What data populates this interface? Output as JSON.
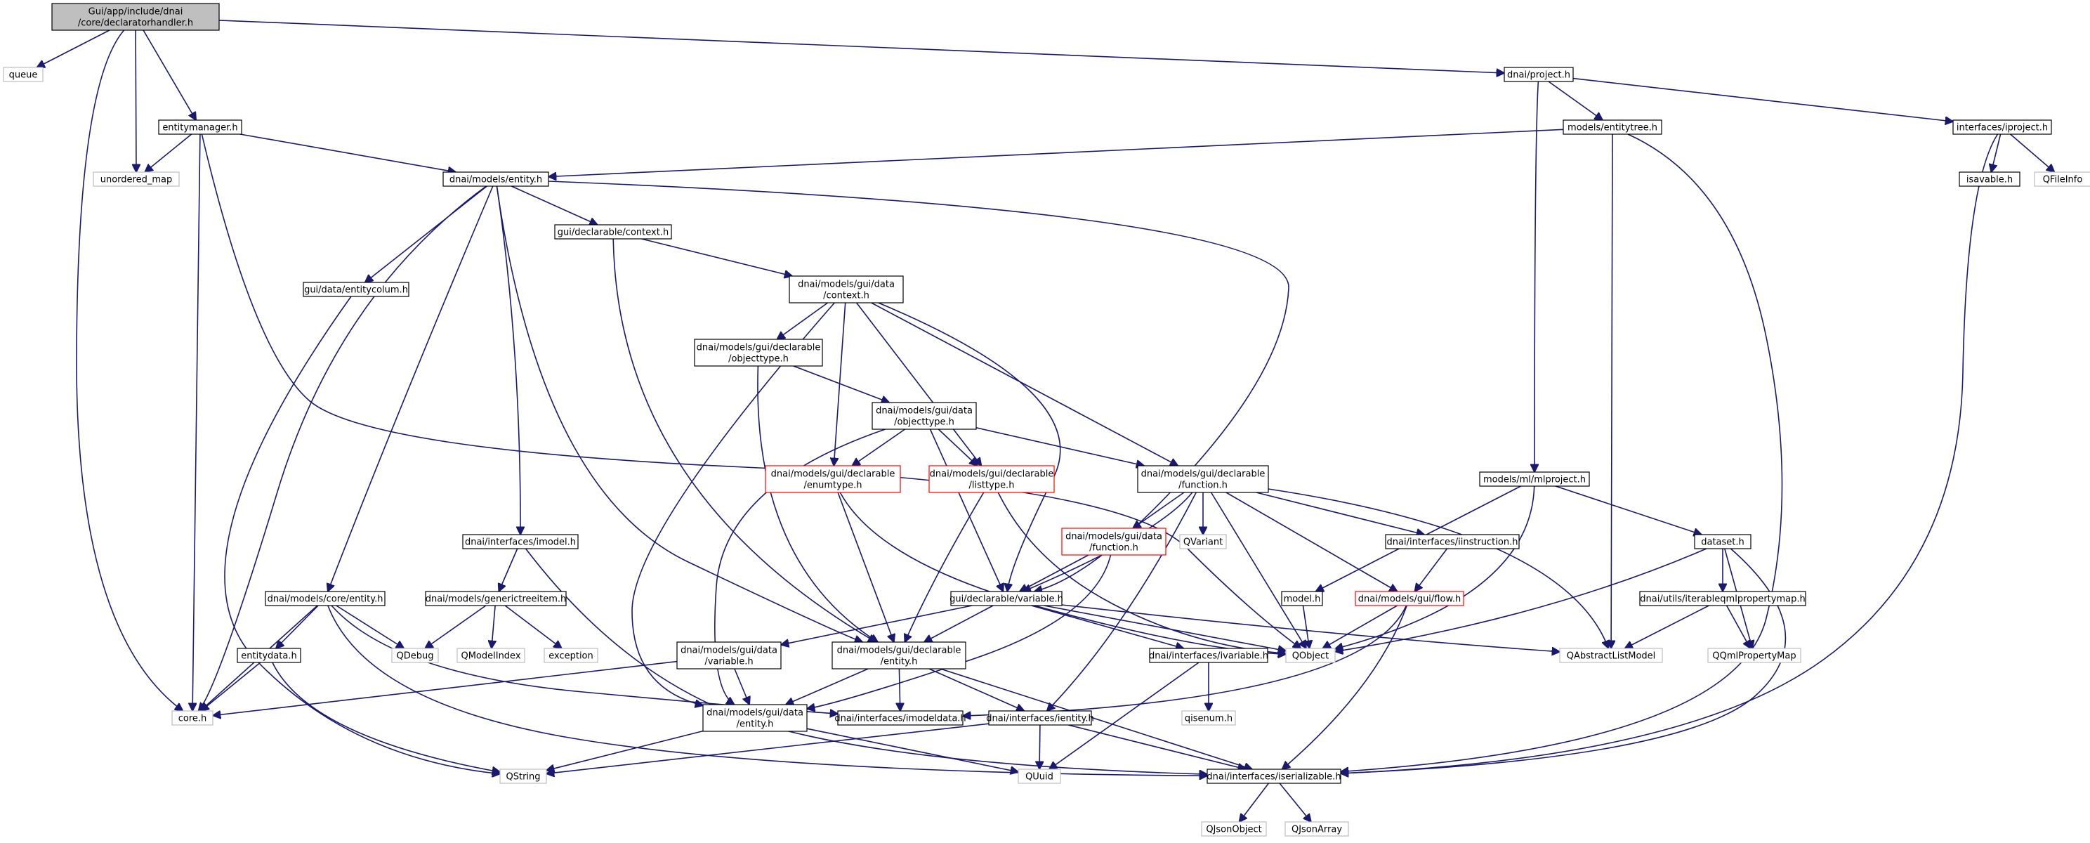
{
  "graph": {
    "colors": {
      "edge": "#191970",
      "node_border": "#000000",
      "node_border_truncated": "#ff0000",
      "node_border_external": "#bfbfbf",
      "node_fill_root": "#bfbfbf",
      "node_fill": "#ffffff",
      "text": "#000000"
    },
    "nodes": [
      {
        "id": "root",
        "lines": [
          "Gui/app/include/dnai",
          "/core/declaratorhandler.h"
        ],
        "kind": "root"
      },
      {
        "id": "queue",
        "lines": [
          "queue"
        ],
        "kind": "external"
      },
      {
        "id": "entitymanager",
        "lines": [
          "entitymanager.h"
        ],
        "kind": "normal"
      },
      {
        "id": "unordered_map",
        "lines": [
          "unordered_map"
        ],
        "kind": "external"
      },
      {
        "id": "core_h",
        "lines": [
          "core.h"
        ],
        "kind": "external"
      },
      {
        "id": "project",
        "lines": [
          "dnai/project.h"
        ],
        "kind": "normal"
      },
      {
        "id": "entitytree",
        "lines": [
          "models/entitytree.h"
        ],
        "kind": "normal"
      },
      {
        "id": "iproject",
        "lines": [
          "interfaces/iproject.h"
        ],
        "kind": "normal"
      },
      {
        "id": "isavable",
        "lines": [
          "isavable.h"
        ],
        "kind": "normal"
      },
      {
        "id": "qfileinfo",
        "lines": [
          "QFileInfo"
        ],
        "kind": "external"
      },
      {
        "id": "models_entity",
        "lines": [
          "dnai/models/entity.h"
        ],
        "kind": "normal"
      },
      {
        "id": "gui_context",
        "lines": [
          "gui/declarable/context.h"
        ],
        "kind": "normal"
      },
      {
        "id": "entitycolum",
        "lines": [
          "gui/data/entitycolum.h"
        ],
        "kind": "normal"
      },
      {
        "id": "data_context",
        "lines": [
          "dnai/models/gui/data",
          "/context.h"
        ],
        "kind": "normal"
      },
      {
        "id": "decl_objecttype",
        "lines": [
          "dnai/models/gui/declarable",
          "/objecttype.h"
        ],
        "kind": "normal"
      },
      {
        "id": "data_objecttype",
        "lines": [
          "dnai/models/gui/data",
          "/objecttype.h"
        ],
        "kind": "normal"
      },
      {
        "id": "enumtype",
        "lines": [
          "dnai/models/gui/declarable",
          "/enumtype.h"
        ],
        "kind": "truncated"
      },
      {
        "id": "listtype",
        "lines": [
          "dnai/models/gui/declarable",
          "/listtype.h"
        ],
        "kind": "truncated"
      },
      {
        "id": "decl_function",
        "lines": [
          "dnai/models/gui/declarable",
          "/function.h"
        ],
        "kind": "normal"
      },
      {
        "id": "mlproject",
        "lines": [
          "models/ml/mlproject.h"
        ],
        "kind": "normal"
      },
      {
        "id": "imodel",
        "lines": [
          "dnai/interfaces/imodel.h"
        ],
        "kind": "normal"
      },
      {
        "id": "data_function",
        "lines": [
          "dnai/models/gui/data",
          "/function.h"
        ],
        "kind": "truncated"
      },
      {
        "id": "qvariant",
        "lines": [
          "QVariant"
        ],
        "kind": "external"
      },
      {
        "id": "iinstruction",
        "lines": [
          "dnai/interfaces/iinstruction.h"
        ],
        "kind": "normal"
      },
      {
        "id": "dataset",
        "lines": [
          "dataset.h"
        ],
        "kind": "normal"
      },
      {
        "id": "core_entity",
        "lines": [
          "dnai/models/core/entity.h"
        ],
        "kind": "normal"
      },
      {
        "id": "generictreeitem",
        "lines": [
          "dnai/models/generictreeitem.h"
        ],
        "kind": "normal"
      },
      {
        "id": "gui_variable",
        "lines": [
          "gui/declarable/variable.h"
        ],
        "kind": "normal"
      },
      {
        "id": "model_h",
        "lines": [
          "model.h"
        ],
        "kind": "normal"
      },
      {
        "id": "flow",
        "lines": [
          "dnai/models/gui/flow.h"
        ],
        "kind": "truncated"
      },
      {
        "id": "iterableqml",
        "lines": [
          "dnai/utils/iterableqmlpropertymap.h"
        ],
        "kind": "normal"
      },
      {
        "id": "qdebug",
        "lines": [
          "QDebug"
        ],
        "kind": "external"
      },
      {
        "id": "qmodelindex",
        "lines": [
          "QModelIndex"
        ],
        "kind": "external"
      },
      {
        "id": "exception",
        "lines": [
          "exception"
        ],
        "kind": "external"
      },
      {
        "id": "entitydata",
        "lines": [
          "entitydata.h"
        ],
        "kind": "normal"
      },
      {
        "id": "data_variable",
        "lines": [
          "dnai/models/gui/data",
          "/variable.h"
        ],
        "kind": "normal"
      },
      {
        "id": "decl_entity",
        "lines": [
          "dnai/models/gui/declarable",
          "/entity.h"
        ],
        "kind": "normal"
      },
      {
        "id": "qobject",
        "lines": [
          "QObject"
        ],
        "kind": "external"
      },
      {
        "id": "ivariable",
        "lines": [
          "dnai/interfaces/ivariable.h"
        ],
        "kind": "normal"
      },
      {
        "id": "qabstractlistmodel",
        "lines": [
          "QAbstractListModel"
        ],
        "kind": "external"
      },
      {
        "id": "qqmlpropertymap",
        "lines": [
          "QQmlPropertyMap"
        ],
        "kind": "external"
      },
      {
        "id": "data_entity",
        "lines": [
          "dnai/models/gui/data",
          "/entity.h"
        ],
        "kind": "normal"
      },
      {
        "id": "imodeldata",
        "lines": [
          "dnai/interfaces/imodeldata.h"
        ],
        "kind": "normal"
      },
      {
        "id": "ientity",
        "lines": [
          "dnai/interfaces/ientity.h"
        ],
        "kind": "normal"
      },
      {
        "id": "qisenum",
        "lines": [
          "qisenum.h"
        ],
        "kind": "external"
      },
      {
        "id": "qstring",
        "lines": [
          "QString"
        ],
        "kind": "external"
      },
      {
        "id": "quuid",
        "lines": [
          "QUuid"
        ],
        "kind": "external"
      },
      {
        "id": "iserializable",
        "lines": [
          "dnai/interfaces/iserializable.h"
        ],
        "kind": "normal"
      },
      {
        "id": "qjsonobject",
        "lines": [
          "QJsonObject"
        ],
        "kind": "external"
      },
      {
        "id": "qjsonarray",
        "lines": [
          "QJsonArray"
        ],
        "kind": "external"
      }
    ],
    "edges": [
      [
        "root",
        "queue"
      ],
      [
        "root",
        "entitymanager"
      ],
      [
        "root",
        "unordered_map"
      ],
      [
        "root",
        "core_h"
      ],
      [
        "root",
        "project"
      ],
      [
        "entitymanager",
        "unordered_map"
      ],
      [
        "entitymanager",
        "core_h"
      ],
      [
        "entitymanager",
        "models_entity"
      ],
      [
        "entitymanager",
        "qobject"
      ],
      [
        "project",
        "entitytree"
      ],
      [
        "project",
        "iproject"
      ],
      [
        "project",
        "mlproject"
      ],
      [
        "entitytree",
        "models_entity"
      ],
      [
        "entitytree",
        "qabstractlistmodel"
      ],
      [
        "entitytree",
        "iserializable"
      ],
      [
        "iproject",
        "isavable"
      ],
      [
        "iproject",
        "qfileinfo"
      ],
      [
        "iproject",
        "iserializable"
      ],
      [
        "models_entity",
        "gui_context"
      ],
      [
        "models_entity",
        "entitycolum"
      ],
      [
        "models_entity",
        "imodel"
      ],
      [
        "models_entity",
        "core_entity"
      ],
      [
        "models_entity",
        "core_h"
      ],
      [
        "models_entity",
        "decl_entity"
      ],
      [
        "models_entity",
        "gui_variable"
      ],
      [
        "gui_context",
        "data_context"
      ],
      [
        "gui_context",
        "decl_entity"
      ],
      [
        "entitycolum",
        "qstring"
      ],
      [
        "data_context",
        "decl_objecttype"
      ],
      [
        "data_context",
        "enumtype"
      ],
      [
        "data_context",
        "listtype"
      ],
      [
        "data_context",
        "decl_function"
      ],
      [
        "data_context",
        "gui_variable"
      ],
      [
        "data_context",
        "data_entity"
      ],
      [
        "decl_objecttype",
        "data_objecttype"
      ],
      [
        "decl_objecttype",
        "decl_entity"
      ],
      [
        "data_objecttype",
        "enumtype"
      ],
      [
        "data_objecttype",
        "listtype"
      ],
      [
        "data_objecttype",
        "decl_function"
      ],
      [
        "data_objecttype",
        "gui_variable"
      ],
      [
        "data_objecttype",
        "data_entity"
      ],
      [
        "enumtype",
        "decl_entity"
      ],
      [
        "enumtype",
        "qobject"
      ],
      [
        "listtype",
        "decl_entity"
      ],
      [
        "listtype",
        "qobject"
      ],
      [
        "decl_function",
        "data_function"
      ],
      [
        "decl_function",
        "qvariant"
      ],
      [
        "decl_function",
        "iinstruction"
      ],
      [
        "decl_function",
        "flow"
      ],
      [
        "decl_function",
        "qobject"
      ],
      [
        "decl_function",
        "qabstractlistmodel"
      ],
      [
        "decl_function",
        "ientity"
      ],
      [
        "decl_function",
        "gui_variable"
      ],
      [
        "mlproject",
        "model_h"
      ],
      [
        "mlproject",
        "dataset"
      ],
      [
        "mlproject",
        "qobject"
      ],
      [
        "imodel",
        "generictreeitem"
      ],
      [
        "imodel",
        "iserializable"
      ],
      [
        "data_function",
        "gui_variable"
      ],
      [
        "data_function",
        "data_entity"
      ],
      [
        "iinstruction",
        "flow"
      ],
      [
        "dataset",
        "iterableqml"
      ],
      [
        "dataset",
        "qqmlpropertymap"
      ],
      [
        "dataset",
        "qobject"
      ],
      [
        "dataset",
        "iserializable"
      ],
      [
        "core_entity",
        "entitydata"
      ],
      [
        "core_entity",
        "qdebug"
      ],
      [
        "core_entity",
        "core_h"
      ],
      [
        "core_entity",
        "imodeldata"
      ],
      [
        "core_entity",
        "iserializable"
      ],
      [
        "generictreeitem",
        "qdebug"
      ],
      [
        "generictreeitem",
        "qmodelindex"
      ],
      [
        "generictreeitem",
        "exception"
      ],
      [
        "gui_variable",
        "data_variable"
      ],
      [
        "gui_variable",
        "decl_entity"
      ],
      [
        "gui_variable",
        "qobject"
      ],
      [
        "gui_variable",
        "ivariable"
      ],
      [
        "gui_variable",
        "qabstractlistmodel"
      ],
      [
        "model_h",
        "qobject"
      ],
      [
        "flow",
        "qobject"
      ],
      [
        "flow",
        "imodeldata"
      ],
      [
        "flow",
        "iserializable"
      ],
      [
        "iterableqml",
        "qabstractlistmodel"
      ],
      [
        "iterableqml",
        "qqmlpropertymap"
      ],
      [
        "entitydata",
        "core_h"
      ],
      [
        "entitydata",
        "qstring"
      ],
      [
        "data_variable",
        "data_entity"
      ],
      [
        "data_variable",
        "core_h"
      ],
      [
        "decl_entity",
        "data_entity"
      ],
      [
        "decl_entity",
        "imodeldata"
      ],
      [
        "decl_entity",
        "ientity"
      ],
      [
        "decl_entity",
        "iserializable"
      ],
      [
        "ivariable",
        "qisenum"
      ],
      [
        "ivariable",
        "quuid"
      ],
      [
        "data_entity",
        "qstring"
      ],
      [
        "data_entity",
        "quuid"
      ],
      [
        "ientity",
        "quuid"
      ],
      [
        "ientity",
        "qstring"
      ],
      [
        "ientity",
        "iserializable"
      ],
      [
        "iserializable",
        "qjsonobject"
      ],
      [
        "iserializable",
        "qjsonarray"
      ]
    ]
  }
}
